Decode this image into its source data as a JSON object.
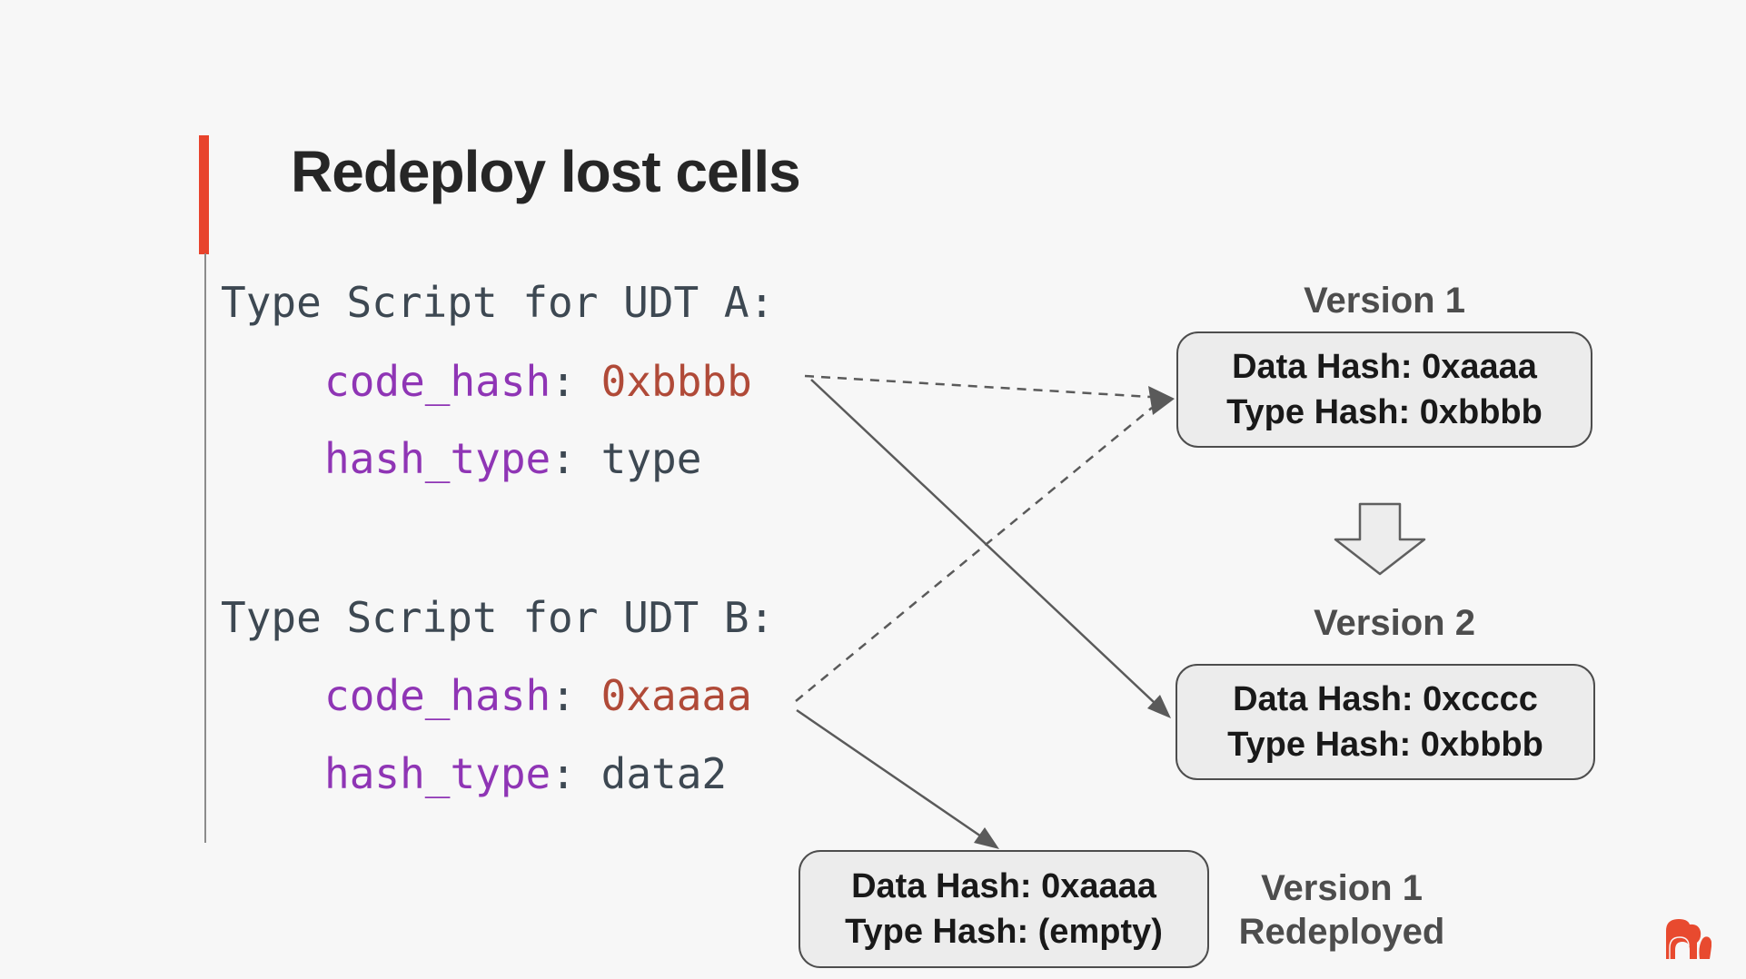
{
  "slide": {
    "title": "Redeploy lost cells"
  },
  "code_blocks": [
    {
      "heading": "Type Script for UDT A:",
      "entries": [
        {
          "key": "code_hash",
          "sep": ": ",
          "value": "0xbbbb"
        },
        {
          "key": "hash_type",
          "sep": ": ",
          "value": "type"
        }
      ]
    },
    {
      "heading": "Type Script for UDT B:",
      "entries": [
        {
          "key": "code_hash",
          "sep": ": ",
          "value": "0xaaaa"
        },
        {
          "key": "hash_type",
          "sep": ": ",
          "value": "data2"
        }
      ]
    }
  ],
  "cells": [
    {
      "label": "Version 1",
      "data_hash": "Data Hash: 0xaaaa",
      "type_hash": "Type Hash: 0xbbbb"
    },
    {
      "label": "Version 2",
      "data_hash": "Data Hash: 0xcccc",
      "type_hash": "Type Hash: 0xbbbb"
    },
    {
      "label_line1": "Version 1",
      "label_line2": "Redeployed",
      "data_hash": "Data Hash: 0xaaaa",
      "type_hash": "Type Hash: (empty)"
    }
  ],
  "colors": {
    "background": "#f7f7f7",
    "accent_red": "#e8432c",
    "title_text": "#262626",
    "code_text": "#3d4852",
    "code_key_purple": "#8f35b5",
    "code_hash_red": "#b04a38",
    "label_gray": "#4d4d4d",
    "box_fill": "#ececec",
    "box_border": "#4d4d4d",
    "arrow_gray": "#5a5a5a",
    "logo_red": "#e84a2f"
  }
}
